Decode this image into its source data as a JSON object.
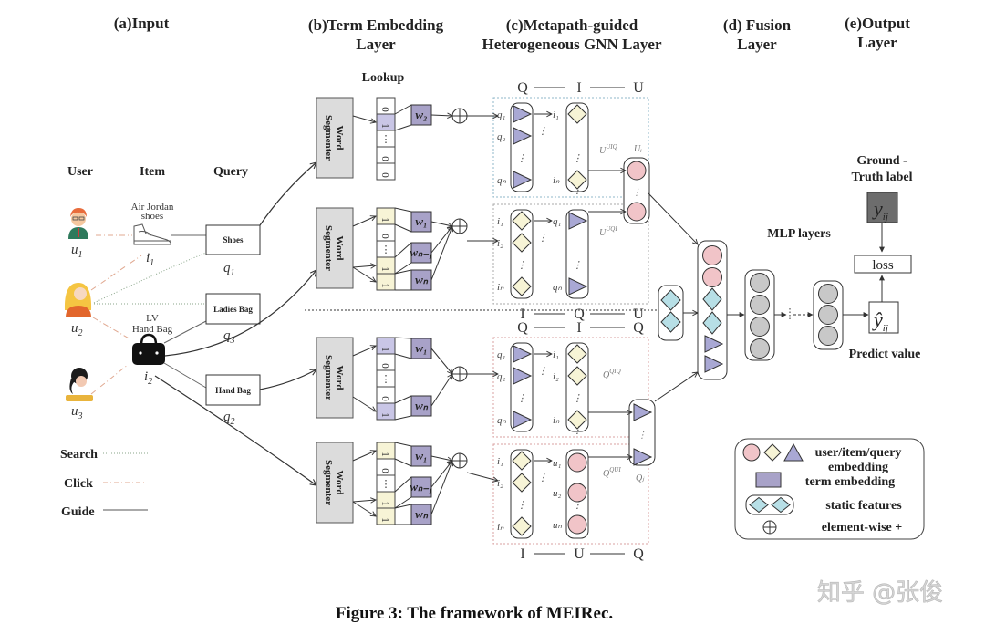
{
  "headers": {
    "input": "(a)Input",
    "term_embedding_line1": "(b)Term Embedding",
    "term_embedding_line2": "Layer",
    "gnn_line1": "(c)Metapath-guided",
    "gnn_line2": "Heterogeneous GNN Layer",
    "fusion_line1": "(d) Fusion",
    "fusion_line2": "Layer",
    "output_line1": "(e)Output",
    "output_line2": "Layer"
  },
  "input": {
    "column_labels": {
      "user": "User",
      "item": "Item",
      "query": "Query"
    },
    "users": [
      {
        "label": "u",
        "sub": "1"
      },
      {
        "label": "u",
        "sub": "2"
      },
      {
        "label": "u",
        "sub": "3"
      }
    ],
    "items": [
      {
        "name_line1": "Air Jordan",
        "name_line2": "shoes",
        "label": "i",
        "sub": "1"
      },
      {
        "name_line1": "LV",
        "name_line2": "Hand Bag",
        "label": "i",
        "sub": "2"
      }
    ],
    "queries": [
      {
        "text": "Shoes",
        "label": "q",
        "sub": "1"
      },
      {
        "text": "Ladies Bag",
        "label": "q",
        "sub": "3"
      },
      {
        "text": "Hand Bag",
        "label": "q",
        "sub": "2"
      }
    ],
    "legend": [
      {
        "label": "Search",
        "style": "dotted",
        "color": "#8aa68a"
      },
      {
        "label": "Click",
        "style": "dash-dot",
        "color": "#e0a890"
      },
      {
        "label": "Guide",
        "style": "solid",
        "color": "#555555"
      }
    ]
  },
  "term_embedding": {
    "lookup_label": "Lookup",
    "segmenter_label_line1": "Word",
    "segmenter_label_line2": "Segmenter",
    "blocks": [
      {
        "bits": [
          "0",
          "1",
          "⋯",
          "0",
          "0"
        ],
        "weights": [
          "w₂"
        ]
      },
      {
        "bits": [
          "1",
          "0",
          "⋯",
          "1",
          "1"
        ],
        "weights": [
          "w₁",
          "wₙ₋₁",
          "wₙ"
        ]
      },
      {
        "bits": [
          "1",
          "0",
          "⋯",
          "0",
          "1"
        ],
        "weights": [
          "w₁",
          "wₙ"
        ]
      },
      {
        "bits": [
          "1",
          "0",
          "⋯",
          "1",
          "1"
        ],
        "weights": [
          "w₁",
          "wₙ₋₁",
          "wₙ"
        ]
      }
    ]
  },
  "gnn": {
    "metapaths": [
      {
        "path": [
          "Q",
          "I",
          "U"
        ],
        "position": "top",
        "out_label": "U",
        "out_sup": "UIQ",
        "out_sub": "i"
      },
      {
        "path": [
          "I",
          "Q",
          "U"
        ],
        "position": "bottom",
        "out_label": "U",
        "out_sup": "UQI",
        "out_sub": "i"
      },
      {
        "path": [
          "Q",
          "I",
          "Q"
        ],
        "position": "top",
        "out_label": "Q",
        "out_sup": "QIQ",
        "out_sub": "j"
      },
      {
        "path": [
          "I",
          "U",
          "Q"
        ],
        "position": "bottom",
        "out_label": "Q",
        "out_sup": "QUI",
        "out_sub": "j"
      }
    ],
    "node_labels": {
      "q": [
        "q₁",
        "q₂",
        "qₙ"
      ],
      "i": [
        "i₁",
        "i₂",
        "iₙ"
      ],
      "u": [
        "u₁",
        "u₂",
        "uₙ"
      ]
    },
    "aggregate_user": "Uᵢ",
    "aggregate_query": "Qⱼ"
  },
  "fusion": {
    "mlp_label": "MLP layers"
  },
  "output": {
    "ground_truth_line1": "Ground -",
    "ground_truth_line2": "Truth label",
    "y_label": "y",
    "y_sub": "ij",
    "loss_label": "loss",
    "y_hat_label": "ŷ",
    "predict_label": "Predict value"
  },
  "legend_box": {
    "shapes_label_line1": "user/item/query",
    "shapes_label_line2": "embedding",
    "term_label": "term embedding",
    "static_label": "static features",
    "plus_label": "element-wise +"
  },
  "caption": "Figure 3: The framework of MEIRec.",
  "watermark": "知乎 @张俊",
  "colors": {
    "user_node": "#f1c4c8",
    "item_node": "#f7f4d6",
    "query_node": "#a9a8d4",
    "term_embedding": "#a8a2c8",
    "static_feature": "#b7dfe6",
    "mlp_node": "#c8c8c8",
    "segmenter": "#dcdcdc",
    "ground_truth": "#6d6d6d",
    "bit_active_blue": "#c9c6e6",
    "bit_active_yellow": "#f7f4d6"
  }
}
